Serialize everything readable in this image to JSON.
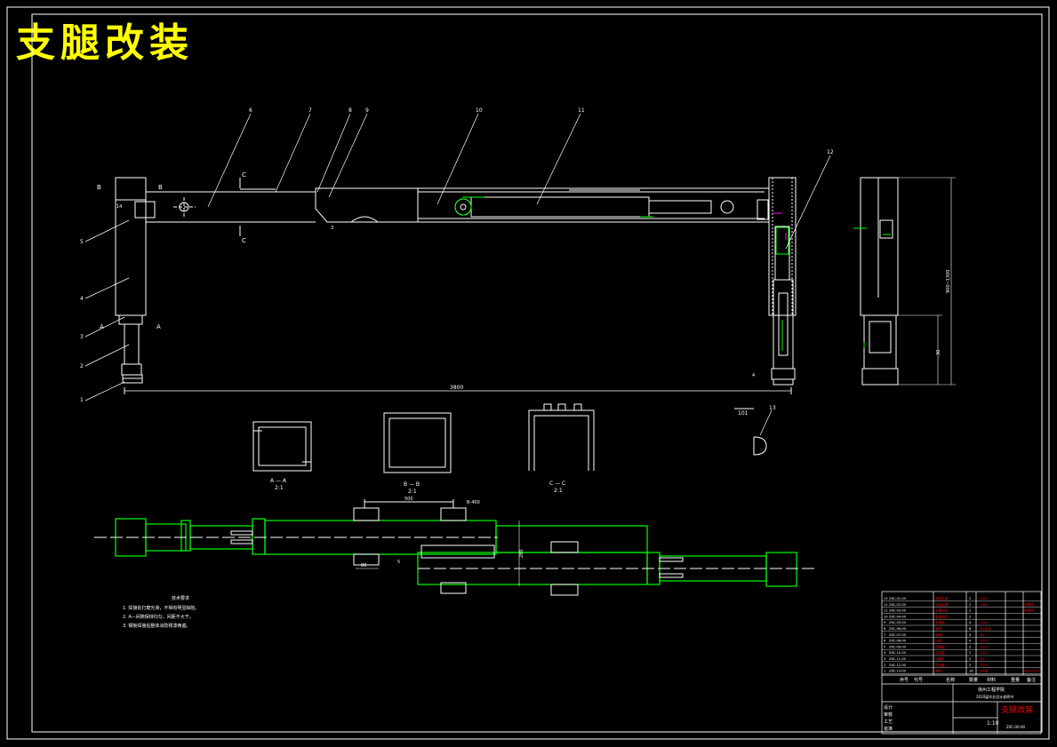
{
  "drawing": {
    "title": "支腿改装",
    "balloons": [
      "1",
      "2",
      "3",
      "4",
      "5",
      "6",
      "7",
      "8",
      "9",
      "10",
      "11",
      "12",
      "13"
    ],
    "dimensions": {
      "overall_length": "3800",
      "right_height": "30",
      "vertical_dim": "900~1300",
      "plan_top": "500",
      "plan_small": "B-400",
      "plan_bottom": "80",
      "plan_side": "280",
      "scale_detail": "101"
    },
    "section_marks": {
      "A": "A",
      "B": "B",
      "C": "C"
    },
    "sections": [
      {
        "label": "A — A",
        "scale": "2:1"
      },
      {
        "label": "B — B",
        "scale": "2:1"
      },
      {
        "label": "C — C",
        "scale": "2:1"
      }
    ],
    "weld_symbols": [
      "14",
      "3",
      "4",
      "5"
    ],
    "notes": {
      "title": "技术要求",
      "items": [
        "1.  焊接处打磨光滑，不得有明显缺陷。",
        "2.  A—间隙保持均匀，间距不大于。",
        "3.  钢板焊接后整体涂防锈漆两遍。"
      ]
    }
  },
  "title_block": {
    "project_name": "徐州工程学院",
    "project_sub": "2020届毕业设计说明书",
    "drawing_name": "支腿改装",
    "drawing_number": "ZXC-00-00",
    "scale": "1:10",
    "header_labels": [
      "序号",
      "代号",
      "名称",
      "数量",
      "材料",
      "重量",
      "备注"
    ],
    "bom_rows": [
      {
        "code": "ZXC-01-00",
        "name": "固定支腿",
        "qty": "2",
        "mat": "Q345",
        "note": ""
      },
      {
        "code": "ZXC-02-00",
        "name": "活动支腿",
        "qty": "2",
        "mat": "Q345",
        "note": "外购件"
      },
      {
        "code": "ZXC-03-00",
        "name": "支腿油缸",
        "qty": "2",
        "mat": "",
        "note": "外购件"
      },
      {
        "code": "ZXC-04-00",
        "name": "垂直油缸",
        "qty": "2",
        "mat": "",
        "note": ""
      },
      {
        "code": "ZXC-05-00",
        "name": "支脚盘",
        "qty": "4",
        "mat": "Q235",
        "note": ""
      },
      {
        "code": "ZXC-06-00",
        "name": "滑块",
        "qty": "8",
        "mat": "MC尼龙",
        "note": ""
      },
      {
        "code": "ZXC-07-00",
        "name": "销轴",
        "qty": "4",
        "mat": "45",
        "note": ""
      },
      {
        "code": "ZXC-08-00",
        "name": "挡板",
        "qty": "4",
        "mat": "Q235",
        "note": ""
      },
      {
        "code": "ZXC-09-00",
        "name": "连接板",
        "qty": "2",
        "mat": "Q235",
        "note": ""
      },
      {
        "code": "ZXC-10-00",
        "name": "油缸座",
        "qty": "2",
        "mat": "Q345",
        "note": ""
      },
      {
        "code": "ZXC-11-00",
        "name": "活塞杆",
        "qty": "2",
        "mat": "45",
        "note": ""
      },
      {
        "code": "ZXC-12-00",
        "name": "导向套",
        "qty": "2",
        "mat": "ZQSn",
        "note": ""
      },
      {
        "code": "ZXC-13-00",
        "name": "螺栓",
        "qty": "16",
        "mat": "8.8级",
        "note": "GB/T5782"
      }
    ],
    "sign_labels": [
      "设计",
      "审核",
      "工艺",
      "批准"
    ]
  },
  "colors": {
    "line": "#ffffff",
    "green": "#00ff00",
    "yellow": "#ffff00",
    "red": "#ff0000",
    "magenta": "#ff00ff"
  }
}
